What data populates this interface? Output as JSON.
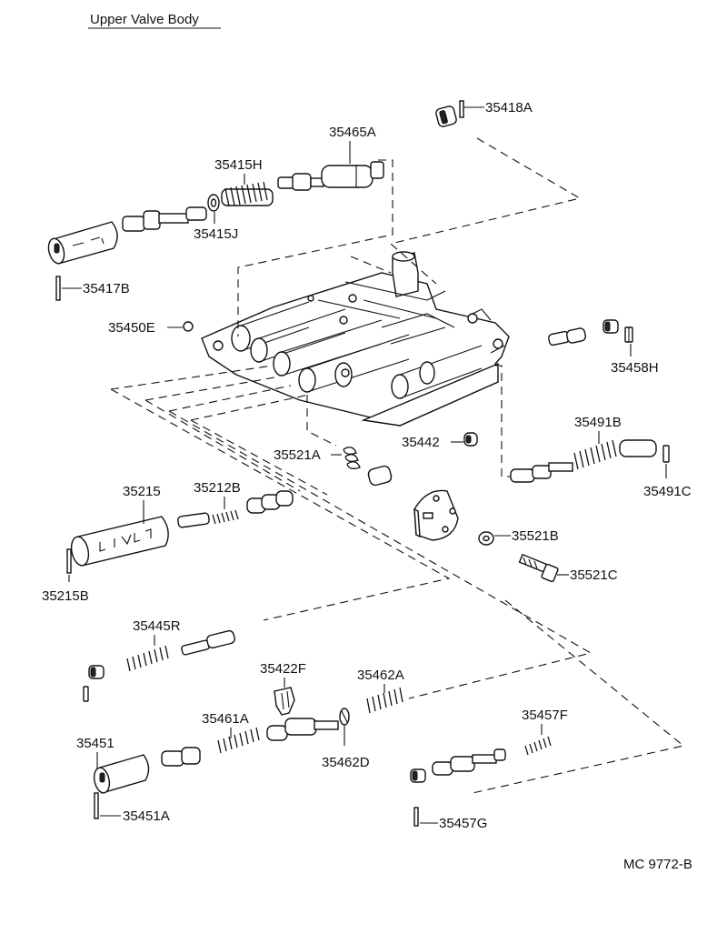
{
  "title": "Upper Valve Body",
  "code": "MC 9772-B",
  "parts": [
    {
      "id": "35418A"
    },
    {
      "id": "35465A"
    },
    {
      "id": "35415H"
    },
    {
      "id": "35415J"
    },
    {
      "id": "35417B"
    },
    {
      "id": "35450E"
    },
    {
      "id": "35458H"
    },
    {
      "id": "35491B"
    },
    {
      "id": "35491C"
    },
    {
      "id": "35442"
    },
    {
      "id": "35521A"
    },
    {
      "id": "35215"
    },
    {
      "id": "35212B"
    },
    {
      "id": "35215B"
    },
    {
      "id": "35521B"
    },
    {
      "id": "35521C"
    },
    {
      "id": "35445R"
    },
    {
      "id": "35422F"
    },
    {
      "id": "35462A"
    },
    {
      "id": "35461A"
    },
    {
      "id": "35451"
    },
    {
      "id": "35462D"
    },
    {
      "id": "35457F"
    },
    {
      "id": "35451A"
    },
    {
      "id": "35457G"
    }
  ]
}
